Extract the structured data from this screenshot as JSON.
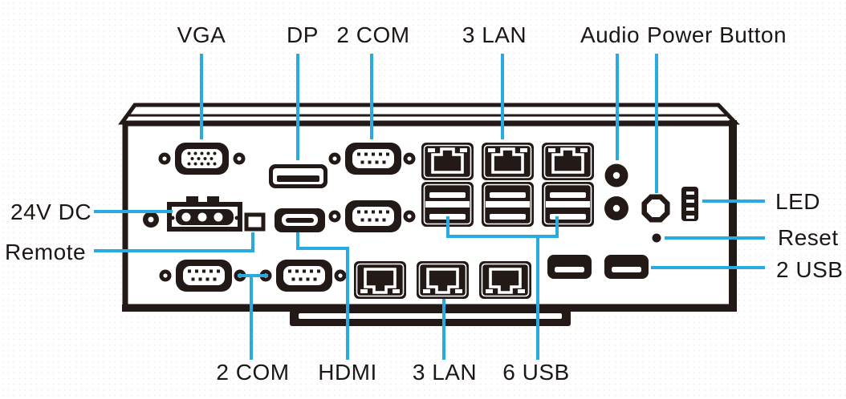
{
  "colors": {
    "ink": "#231916",
    "accent": "#29ABE2",
    "paper": "#ffffff",
    "label": "#1c1715"
  },
  "callouts": {
    "vga": "VGA",
    "dp": "DP",
    "com_top": "2 COM",
    "lan_top": "3 LAN",
    "audio": "Audio",
    "power_button": "Power Button",
    "dc_input": "24V DC",
    "remote": "Remote",
    "led": "LED",
    "reset": "Reset",
    "usb_right": "2 USB",
    "com_bottom": "2 COM",
    "hdmi": "HDMI",
    "lan_bottom": "3 LAN",
    "usb_group": "6 USB"
  }
}
